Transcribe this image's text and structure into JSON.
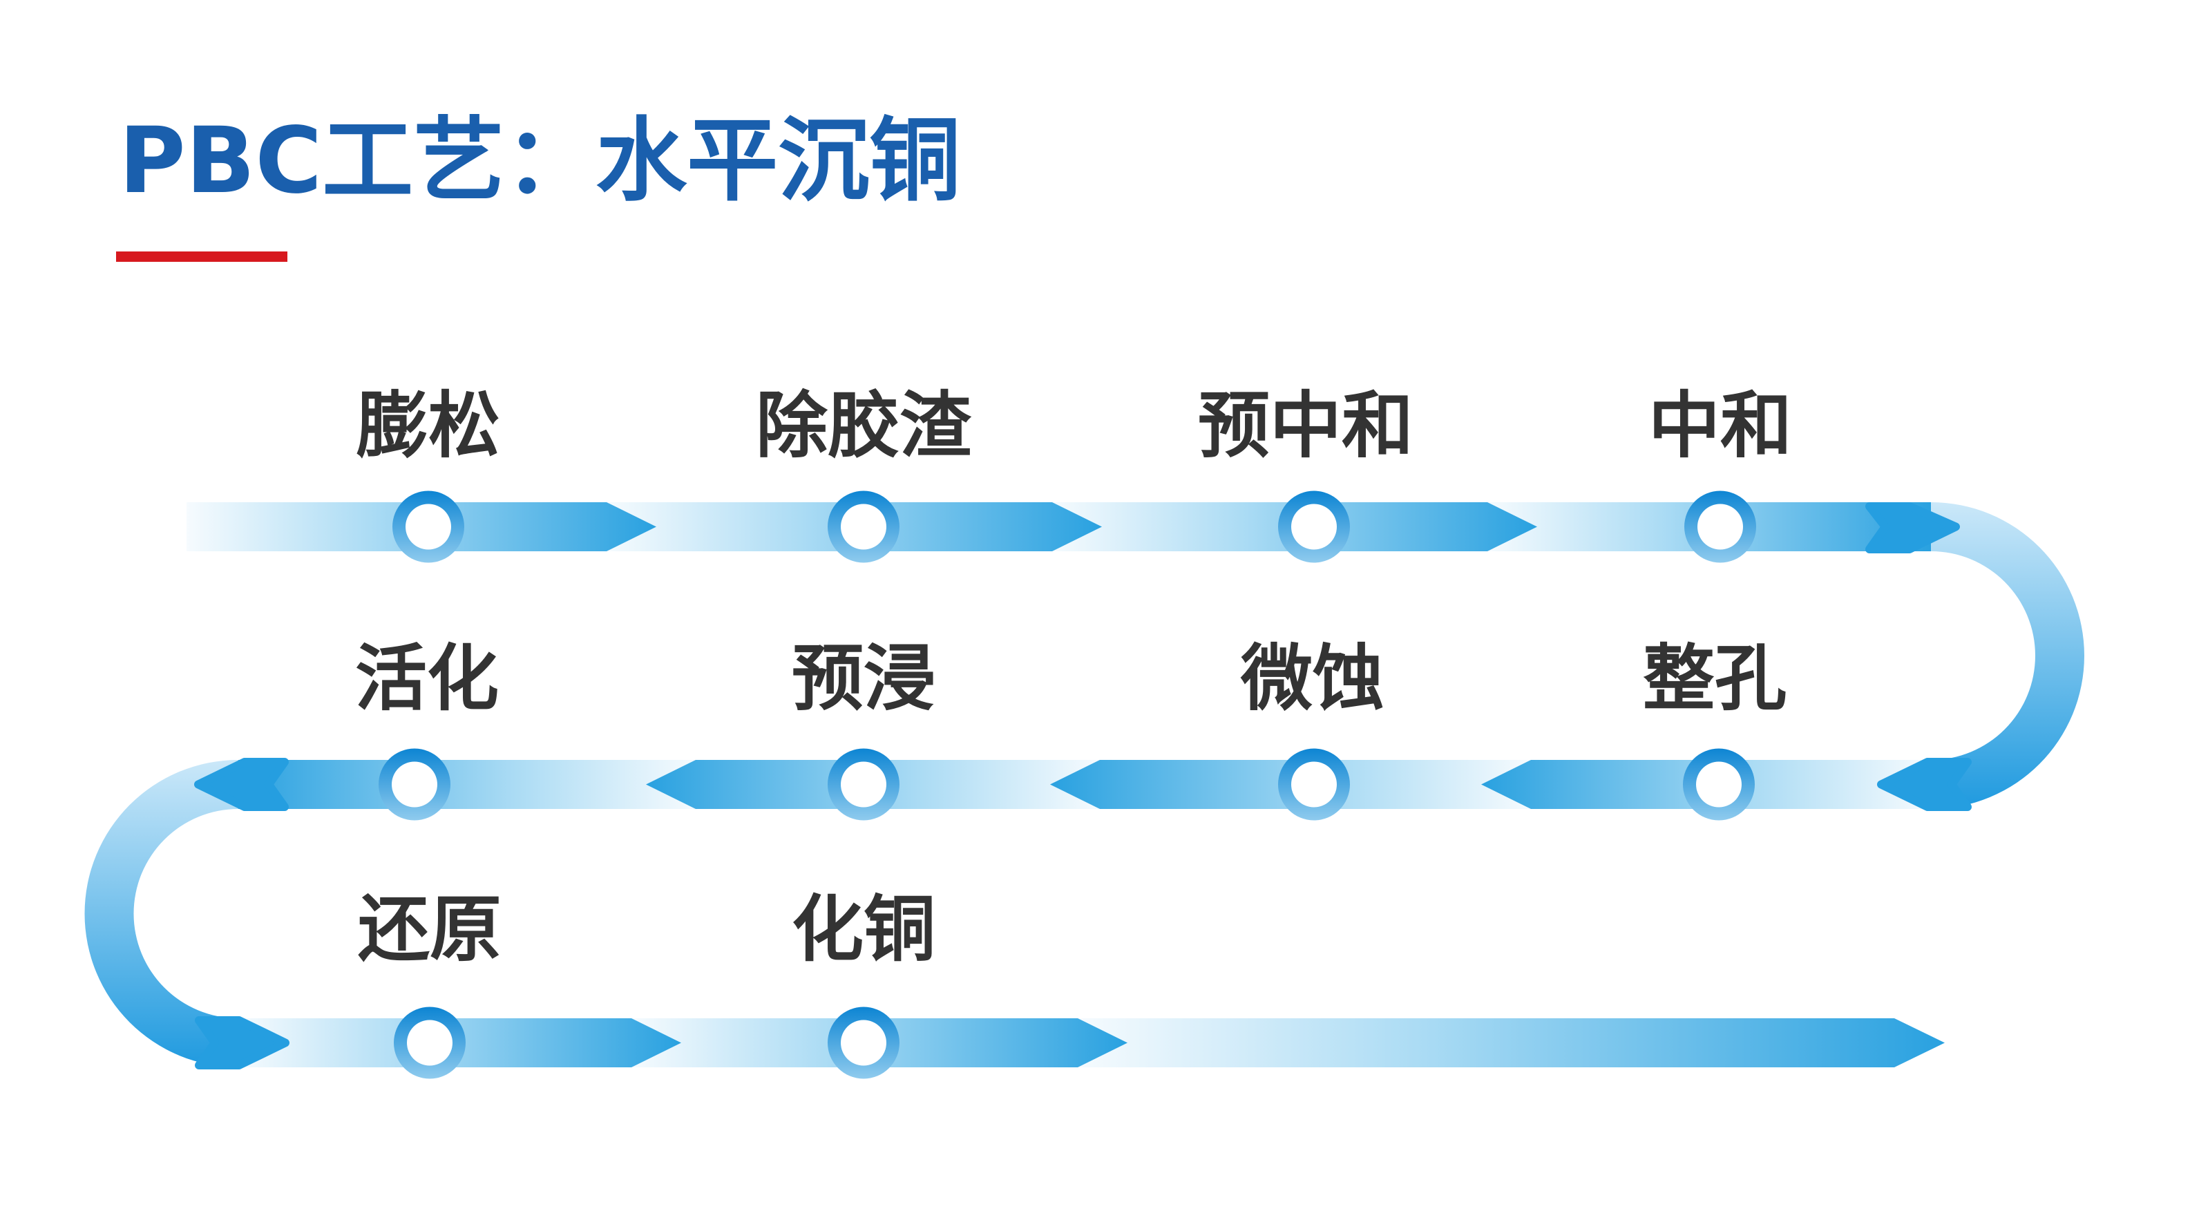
{
  "title": {
    "text": "PBC工艺：水平沉铜"
  },
  "colors": {
    "title_blue": "#1A5FAD",
    "underline_red": "#D7191F",
    "band_solid_blue": "#29A1E0",
    "band_light": "#F6FBFE",
    "curve_blue": "#1F9ADF",
    "ring_dark_blue": "#0D85D3",
    "ring_light_blue": "#8FCBEE",
    "arrowhead_blue": "#259EE0",
    "label_gray": "#333333"
  },
  "steps": {
    "r1c1": "膨松",
    "r1c2": "除胶渣",
    "r1c3": "预中和",
    "r1c4": "中和",
    "r2c1": "活化",
    "r2c2": "预浸",
    "r2c3": "微蚀",
    "r2c4": "整孔",
    "r3c1": "还原",
    "r3c2": "化铜"
  },
  "flow_order": [
    "膨松",
    "除胶渣",
    "预中和",
    "中和",
    "整孔",
    "微蚀",
    "预浸",
    "活化",
    "还原",
    "化铜"
  ]
}
